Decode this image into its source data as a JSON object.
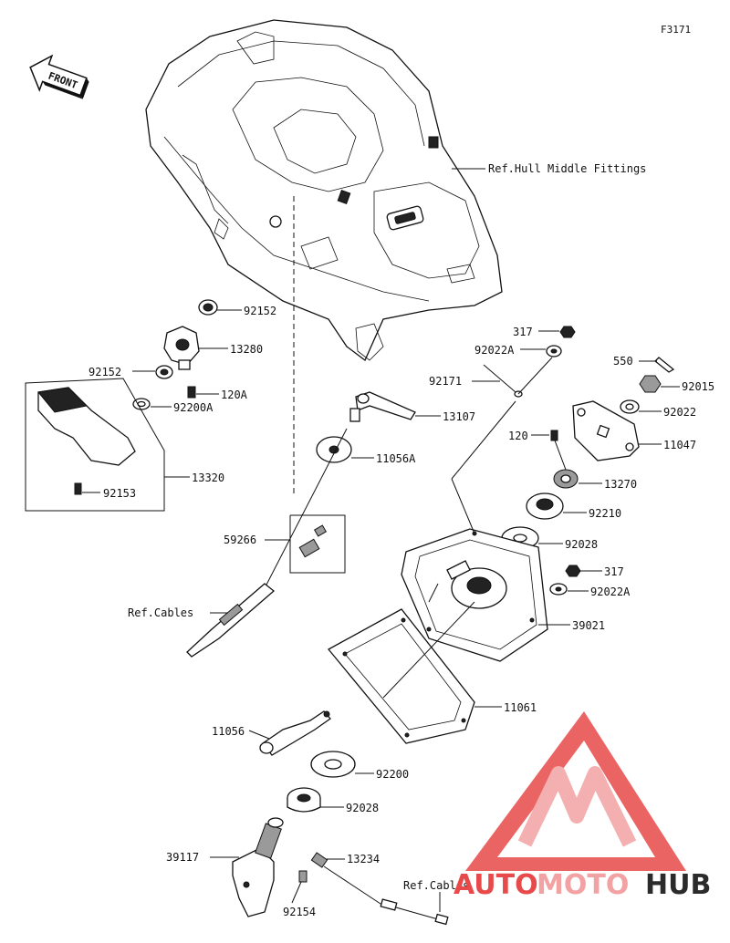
{
  "figure_code": "F3171",
  "front_label": "FRONT",
  "labels": {
    "ref_hull": "Ref.Hull Middle Fittings",
    "p92152_top": "92152",
    "p13280": "13280",
    "p92152_left": "92152",
    "p120A": "120A",
    "p92200A": "92200A",
    "p13320": "13320",
    "p92153": "92153",
    "p13107": "13107",
    "p11056A": "11056A",
    "p59266": "59266",
    "ref_cables_left": "Ref.Cables",
    "p317_top": "317",
    "p92022A_top": "92022A",
    "p92171": "92171",
    "p550": "550",
    "p92015": "92015",
    "p92022": "92022",
    "p120": "120",
    "p11047": "11047",
    "p13270": "13270",
    "p92210": "92210",
    "p92028_right": "92028",
    "p317_mid": "317",
    "p92022A_mid": "92022A",
    "p39021": "39021",
    "p11061": "11061",
    "p11056": "11056",
    "p92200": "92200",
    "p92028_low": "92028",
    "p39117": "39117",
    "p13234": "13234",
    "ref_cables_bottom": "Ref.Cables",
    "p92154": "92154"
  },
  "watermark": {
    "brand_part1": "AUTO",
    "brand_part2": "MOTO",
    "brand_part3": "HUB",
    "color_red": "#e8494a",
    "color_pink": "#f3a2a3",
    "color_dark": "#2b2b2b"
  }
}
